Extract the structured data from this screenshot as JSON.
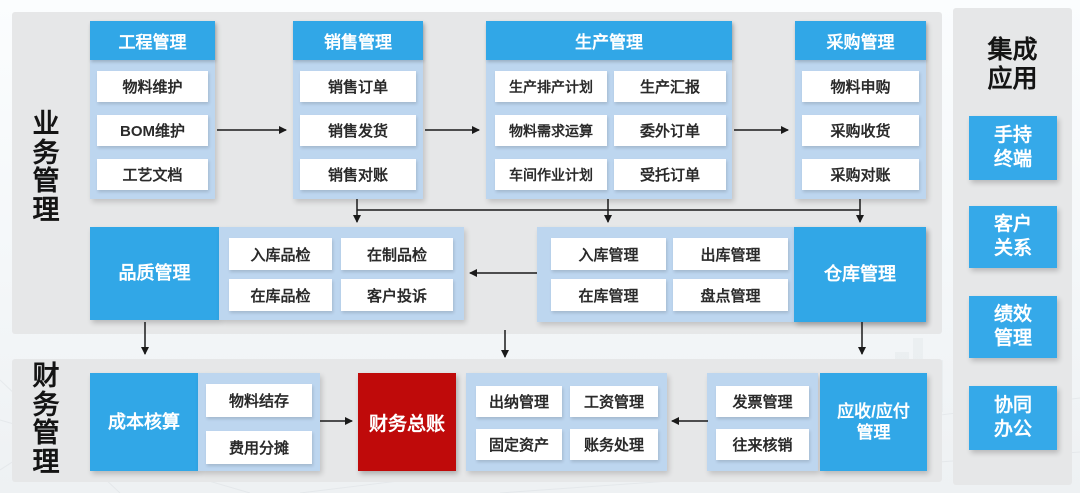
{
  "labels": {
    "business": "业\n务\n管\n理",
    "finance": "财\n务\n管\n理"
  },
  "top_columns": [
    {
      "header": "工程管理",
      "items": [
        "物料维护",
        "BOM维护",
        "工艺文档"
      ]
    },
    {
      "header": "销售管理",
      "items": [
        "销售订单",
        "销售发货",
        "销售对账"
      ]
    },
    {
      "header": "生产管理",
      "col_left": [
        "生产排产计划",
        "物料需求运算",
        "车间作业计划"
      ],
      "col_right": [
        "生产汇报",
        "委外订单",
        "受托订单"
      ]
    },
    {
      "header": "采购管理",
      "items": [
        "物料申购",
        "采购收货",
        "采购对账"
      ]
    }
  ],
  "quality": {
    "header": "品质管理",
    "items": [
      "入库品检",
      "在制品检",
      "在库品检",
      "客户投诉"
    ]
  },
  "warehouse": {
    "header": "仓库管理",
    "items": [
      "入库管理",
      "出库管理",
      "在库管理",
      "盘点管理"
    ]
  },
  "finance_row": {
    "cost": {
      "header": "成本核算",
      "items": [
        "物料结存",
        "费用分摊"
      ]
    },
    "ledger": "财务总账",
    "cashier": [
      "出纳管理",
      "工资管理",
      "固定资产",
      "账务处理"
    ],
    "invoice": [
      "发票管理",
      "往来核销"
    ],
    "ar_ap": "应收/应付\n管理"
  },
  "integration": {
    "title": "集成\n应用",
    "items": [
      "手持\n终端",
      "客户\n关系",
      "绩效\n管理",
      "协同\n办公"
    ]
  },
  "colors": {
    "blue": "#31a7e7",
    "light_blue": "#bdd6ef",
    "red": "#bf0a0a",
    "panel_gray": "#e6e7e8",
    "arrow": "#1a1a1a"
  }
}
